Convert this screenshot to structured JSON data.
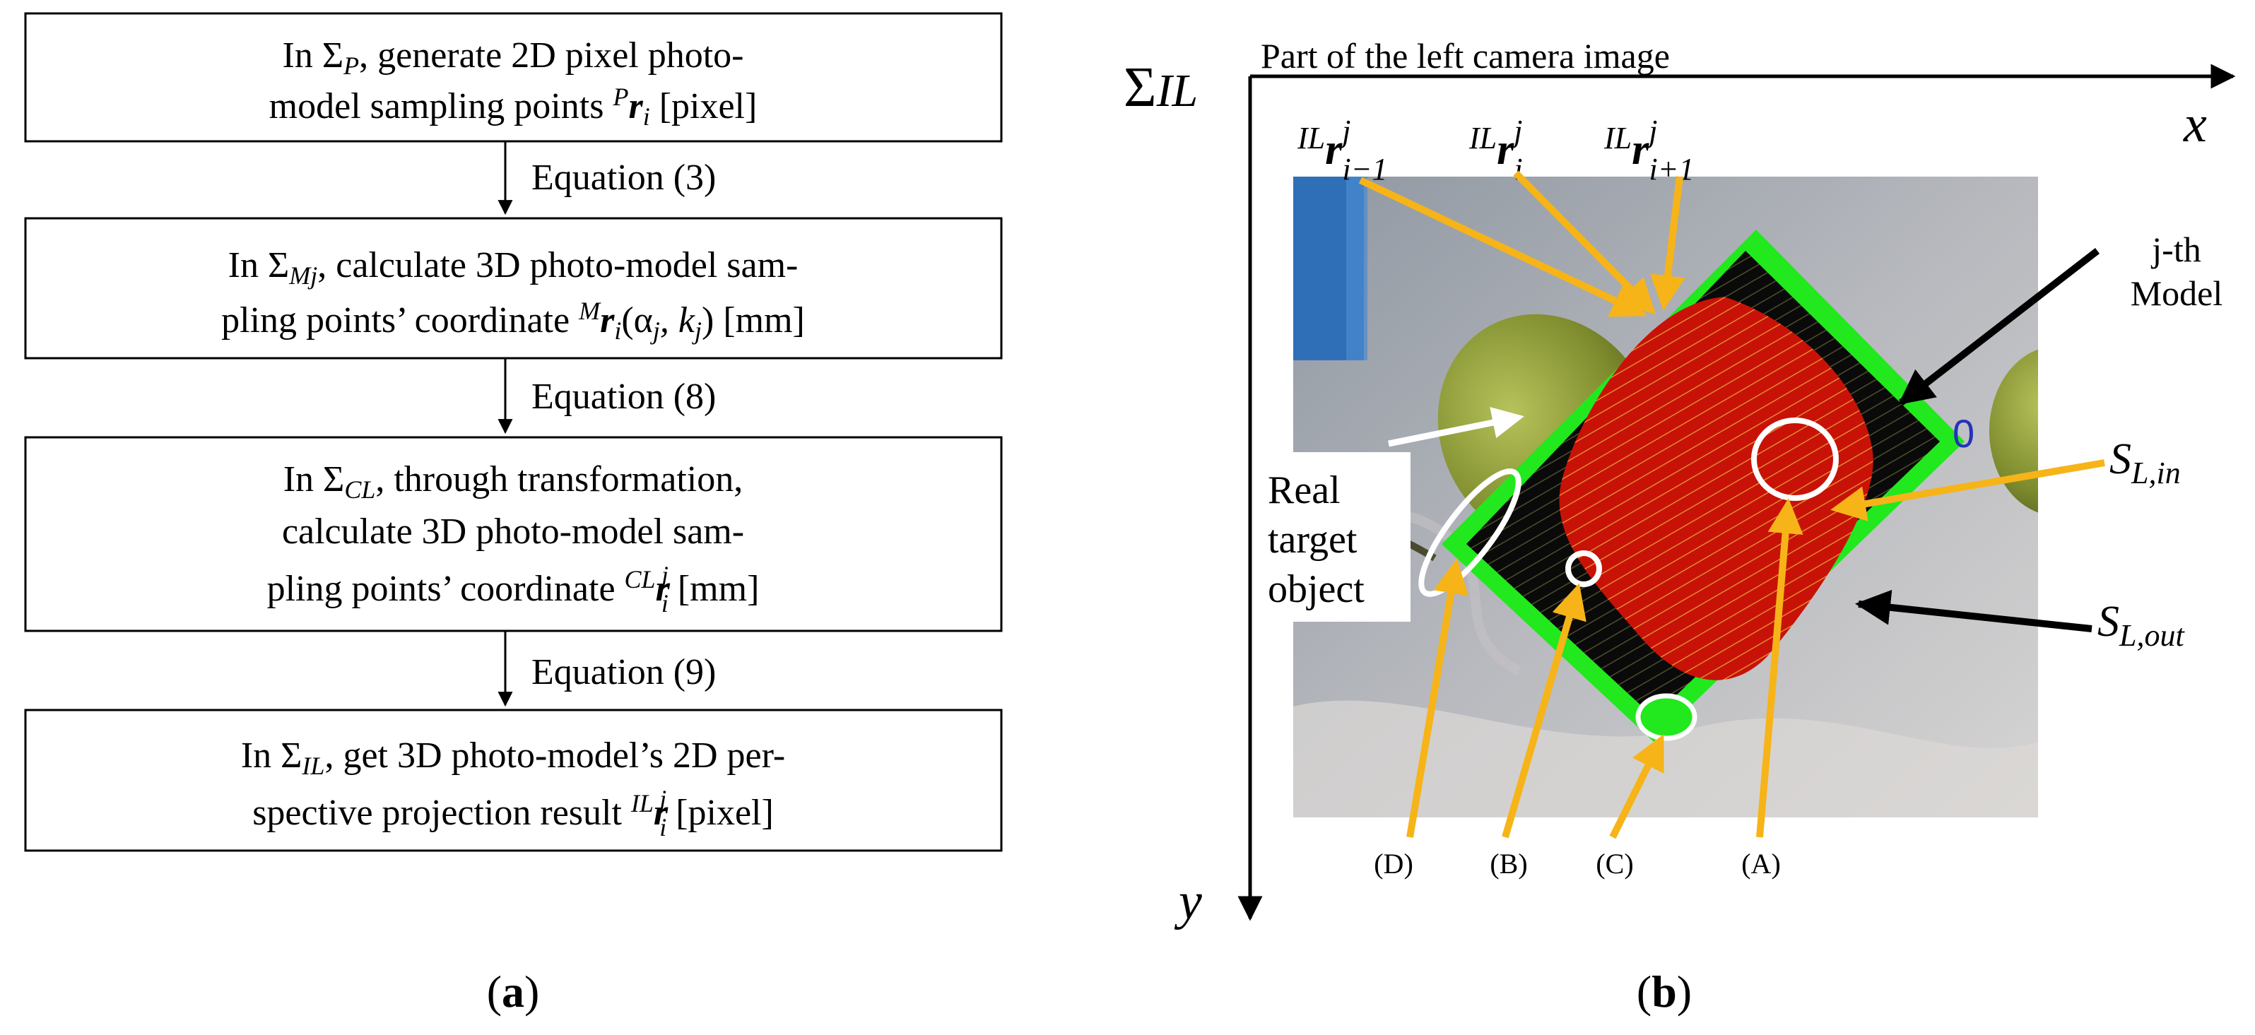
{
  "panel_a": {
    "caption": "(a)",
    "caption_letter": "a",
    "boxes": [
      {
        "id": "sigma-p",
        "line1": {
          "prefix": "In ",
          "sub": "P",
          "rest": ", generate 2D pixel photo-"
        },
        "line2": {
          "pre": "model sampling points ",
          "sup": "P",
          "bold": "r",
          "subscript": "i",
          "post": " [pixel]"
        }
      },
      {
        "id": "sigma-mj",
        "line1": {
          "prefix": "In ",
          "sub": "Mj",
          "rest": ", calculate 3D photo-model sam-"
        },
        "line2": {
          "pre": "pling points’ coordinate ",
          "sup": "M",
          "bold": "r",
          "subscript": "i",
          "post": "(α",
          "alpha_sub": "j",
          "mid": ", k",
          "k_sub": "j",
          "end": ") [mm]"
        }
      },
      {
        "id": "sigma-cl",
        "line1": {
          "prefix": "In ",
          "sub": "CL",
          "rest": ", through transformation,"
        },
        "line2": "calculate 3D photo-model sam-",
        "line3": {
          "pre": "pling points’ coordinate ",
          "sup": "CL",
          "bold": "r",
          "subscript": "i",
          "superscript": "j",
          "post": " [mm]"
        }
      },
      {
        "id": "sigma-il",
        "line1": {
          "prefix": "In ",
          "sub": "IL",
          "rest": ", get 3D photo-model’s 2D per-"
        },
        "line2": {
          "pre": "spective projection result ",
          "sup": "IL",
          "bold": "r",
          "subscript": "i",
          "superscript": "j",
          "post": " [pixel]"
        }
      }
    ],
    "arrows": [
      {
        "label": "Equation (3)"
      },
      {
        "label": "Equation (8)"
      },
      {
        "label": "Equation (9)"
      }
    ]
  },
  "panel_b": {
    "caption": "(b)",
    "caption_letter": "b",
    "axes": {
      "origin_label_sigma": "Σ",
      "origin_label_sub": "IL",
      "image_title": "Part of the left camera image",
      "x_label": "x",
      "y_label": "y"
    },
    "r_labels": [
      {
        "sup": "IL",
        "bold": "r",
        "superscript": "j",
        "subscript": "i−1"
      },
      {
        "sup": "IL",
        "bold": "r",
        "superscript": "j",
        "subscript": "i"
      },
      {
        "sup": "IL",
        "bold": "r",
        "superscript": "j",
        "subscript": "i+1"
      }
    ],
    "model_label": {
      "line1": "j-th",
      "line2": "Model"
    },
    "zero_label": "0",
    "real_target": {
      "line1": "Real",
      "line2": "target",
      "line3": "object"
    },
    "s_in": {
      "base": "S",
      "sub": "L,in"
    },
    "s_out": {
      "base": "S",
      "sub": "L,out"
    },
    "markers": [
      "(D)",
      "(B)",
      "(C)",
      "(A)"
    ],
    "colors": {
      "arrow_orange": "#F6B418",
      "model_green": "#22E81E",
      "model_red": "#C81208",
      "model_black": "#0A0A0A",
      "pear_green": "#8C9A3A",
      "zero_blue": "#2233BB"
    }
  }
}
